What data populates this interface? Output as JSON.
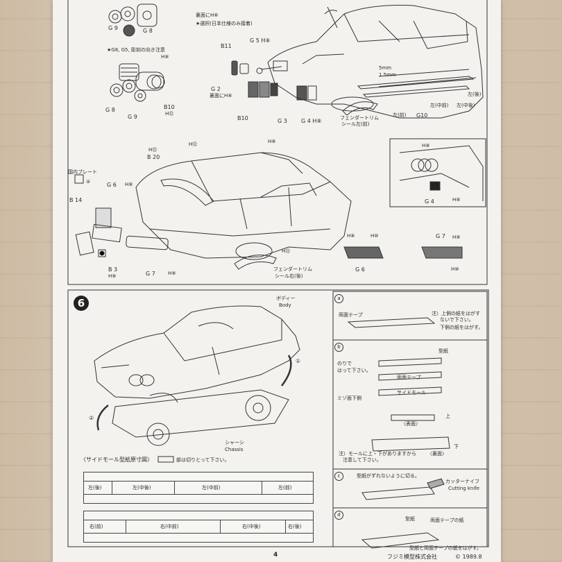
{
  "page": {
    "number": "4",
    "footer_company": "フジミ模型株式会社",
    "footer_copyright": "© 1989.8"
  },
  "step5": {
    "labels": {
      "g9_a": "G 9",
      "g8_a": "G 8",
      "note_g8g5": "★G8, G5, 彫刻の向き注意",
      "h8_top": "H⑧",
      "g8_b": "G 8",
      "g9_b": "G 9",
      "b10_h12": "B10",
      "h12_a": "H⑫",
      "note_back": "裏面にH⑧",
      "note_select": "★選択(日本仕様のみ接着)",
      "g5_h8": "G 5 H⑧",
      "b11": "B11",
      "g2": "G 2",
      "g2_note": "裏面にH⑧",
      "b10": "B10",
      "g3": "G 3",
      "g4_h8": "G 4 H⑧",
      "fender_left": "フェンダートリム",
      "fender_left2": "シール左(前)",
      "g10": "G10",
      "left_front": "左(前)",
      "left_midfront": "左(中前)",
      "left_midrear": "左(中後)",
      "left_rear": "左(後)",
      "dim_5mm": "5mm",
      "dim_15mm": "1.5mm",
      "h12_b": "H⑫",
      "b20": "B 20",
      "h12_c": "H⑫",
      "h8_c": "H⑧",
      "plate_jp": "国内プレート",
      "plate_num": "④",
      "g6_a": "G 6",
      "h8_d": "H⑧",
      "b14": "B 14",
      "b3": "B 3",
      "h8_e": "H⑧",
      "g7_a": "G 7",
      "h8_f": "H⑧",
      "h12_d": "H⑫",
      "fender_right": "フェンダートリム",
      "fender_right2": "シール右(後)",
      "g4_inset": "G 4",
      "h8_g": "H⑧",
      "h8_h": "H⑧",
      "g6_b": "G 6",
      "h8_i": "H⑧",
      "h10_a": "H⑩",
      "g7_b": "G 7",
      "h8_j": "H⑧",
      "h10_b": "H⑩"
    }
  },
  "step6": {
    "number": "6",
    "body_jp": "ボディー",
    "body_en": "Body",
    "chassis_jp": "シャーシ",
    "chassis_en": "Chassis",
    "circle1": "①",
    "circle2": "②",
    "template_title": "〈サイドモール型紙原寸図〉",
    "template_note": "部は切りとって下さい。",
    "left_strip": [
      "左(後)",
      "左(中後)",
      "左(中前)",
      "左(前)"
    ],
    "right_strip": [
      "右(前)",
      "右(中前)",
      "右(中後)",
      "右(後)"
    ]
  },
  "panel_a": {
    "letter": "a",
    "tape": "両面テープ",
    "note1": "注）上側の紙をはがす",
    "note2": "ないで下さい。",
    "note3": "下側の紙をはがす。"
  },
  "panel_b": {
    "letter": "b",
    "template": "型紙",
    "glue1": "のりで",
    "glue2": "はって下さい。",
    "tape": "両面テープ",
    "molding": "サイドモール",
    "groove": "ミゾ面下側",
    "front": "〈表面〉",
    "up": "上",
    "note1": "注）モールに上・下がありますから",
    "note2": "注意して下さい。",
    "back": "〈裏面〉",
    "down": "下"
  },
  "panel_c": {
    "letter": "c",
    "note": "型紙がずれないように切る。",
    "knife_jp": "カッターナイフ",
    "knife_en": "Cutting knife"
  },
  "panel_d": {
    "letter": "d",
    "template": "型紙",
    "tape_paper": "両面テープの紙",
    "note": "型紙と両面テープの紙をはがす。"
  }
}
